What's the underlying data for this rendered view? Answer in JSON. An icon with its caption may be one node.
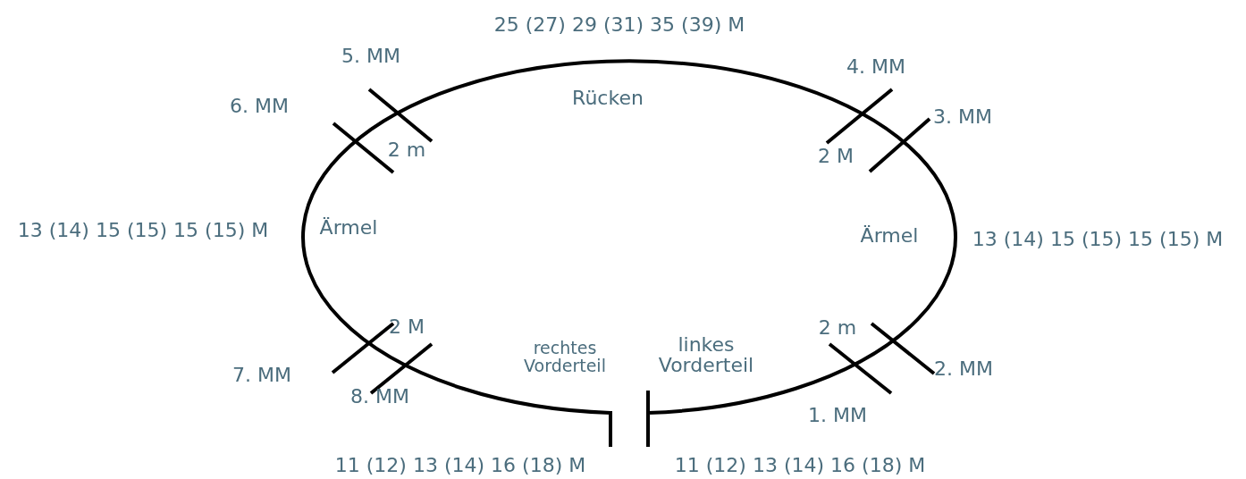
{
  "diagram": {
    "labels": [
      "25 (27) 29 (31) 35 (39) M",
      "5. MM",
      "4. MM",
      "Rücken",
      "6. MM",
      "3. MM",
      "2 m",
      "2 M",
      "13 (14) 15 (15) 15 (15) M",
      "Ärmel",
      "Ärmel",
      "13 (14) 15 (15) 15 (15) M",
      "2 M",
      "rechtes Vorderteil",
      "linkes Vorderteil",
      "2 m",
      "7. MM",
      "2. MM",
      "8. MM",
      "1. MM",
      "11 (12) 13 (14) 16 (18) M",
      "11 (12) 13 (14) 16 (18) M"
    ]
  }
}
